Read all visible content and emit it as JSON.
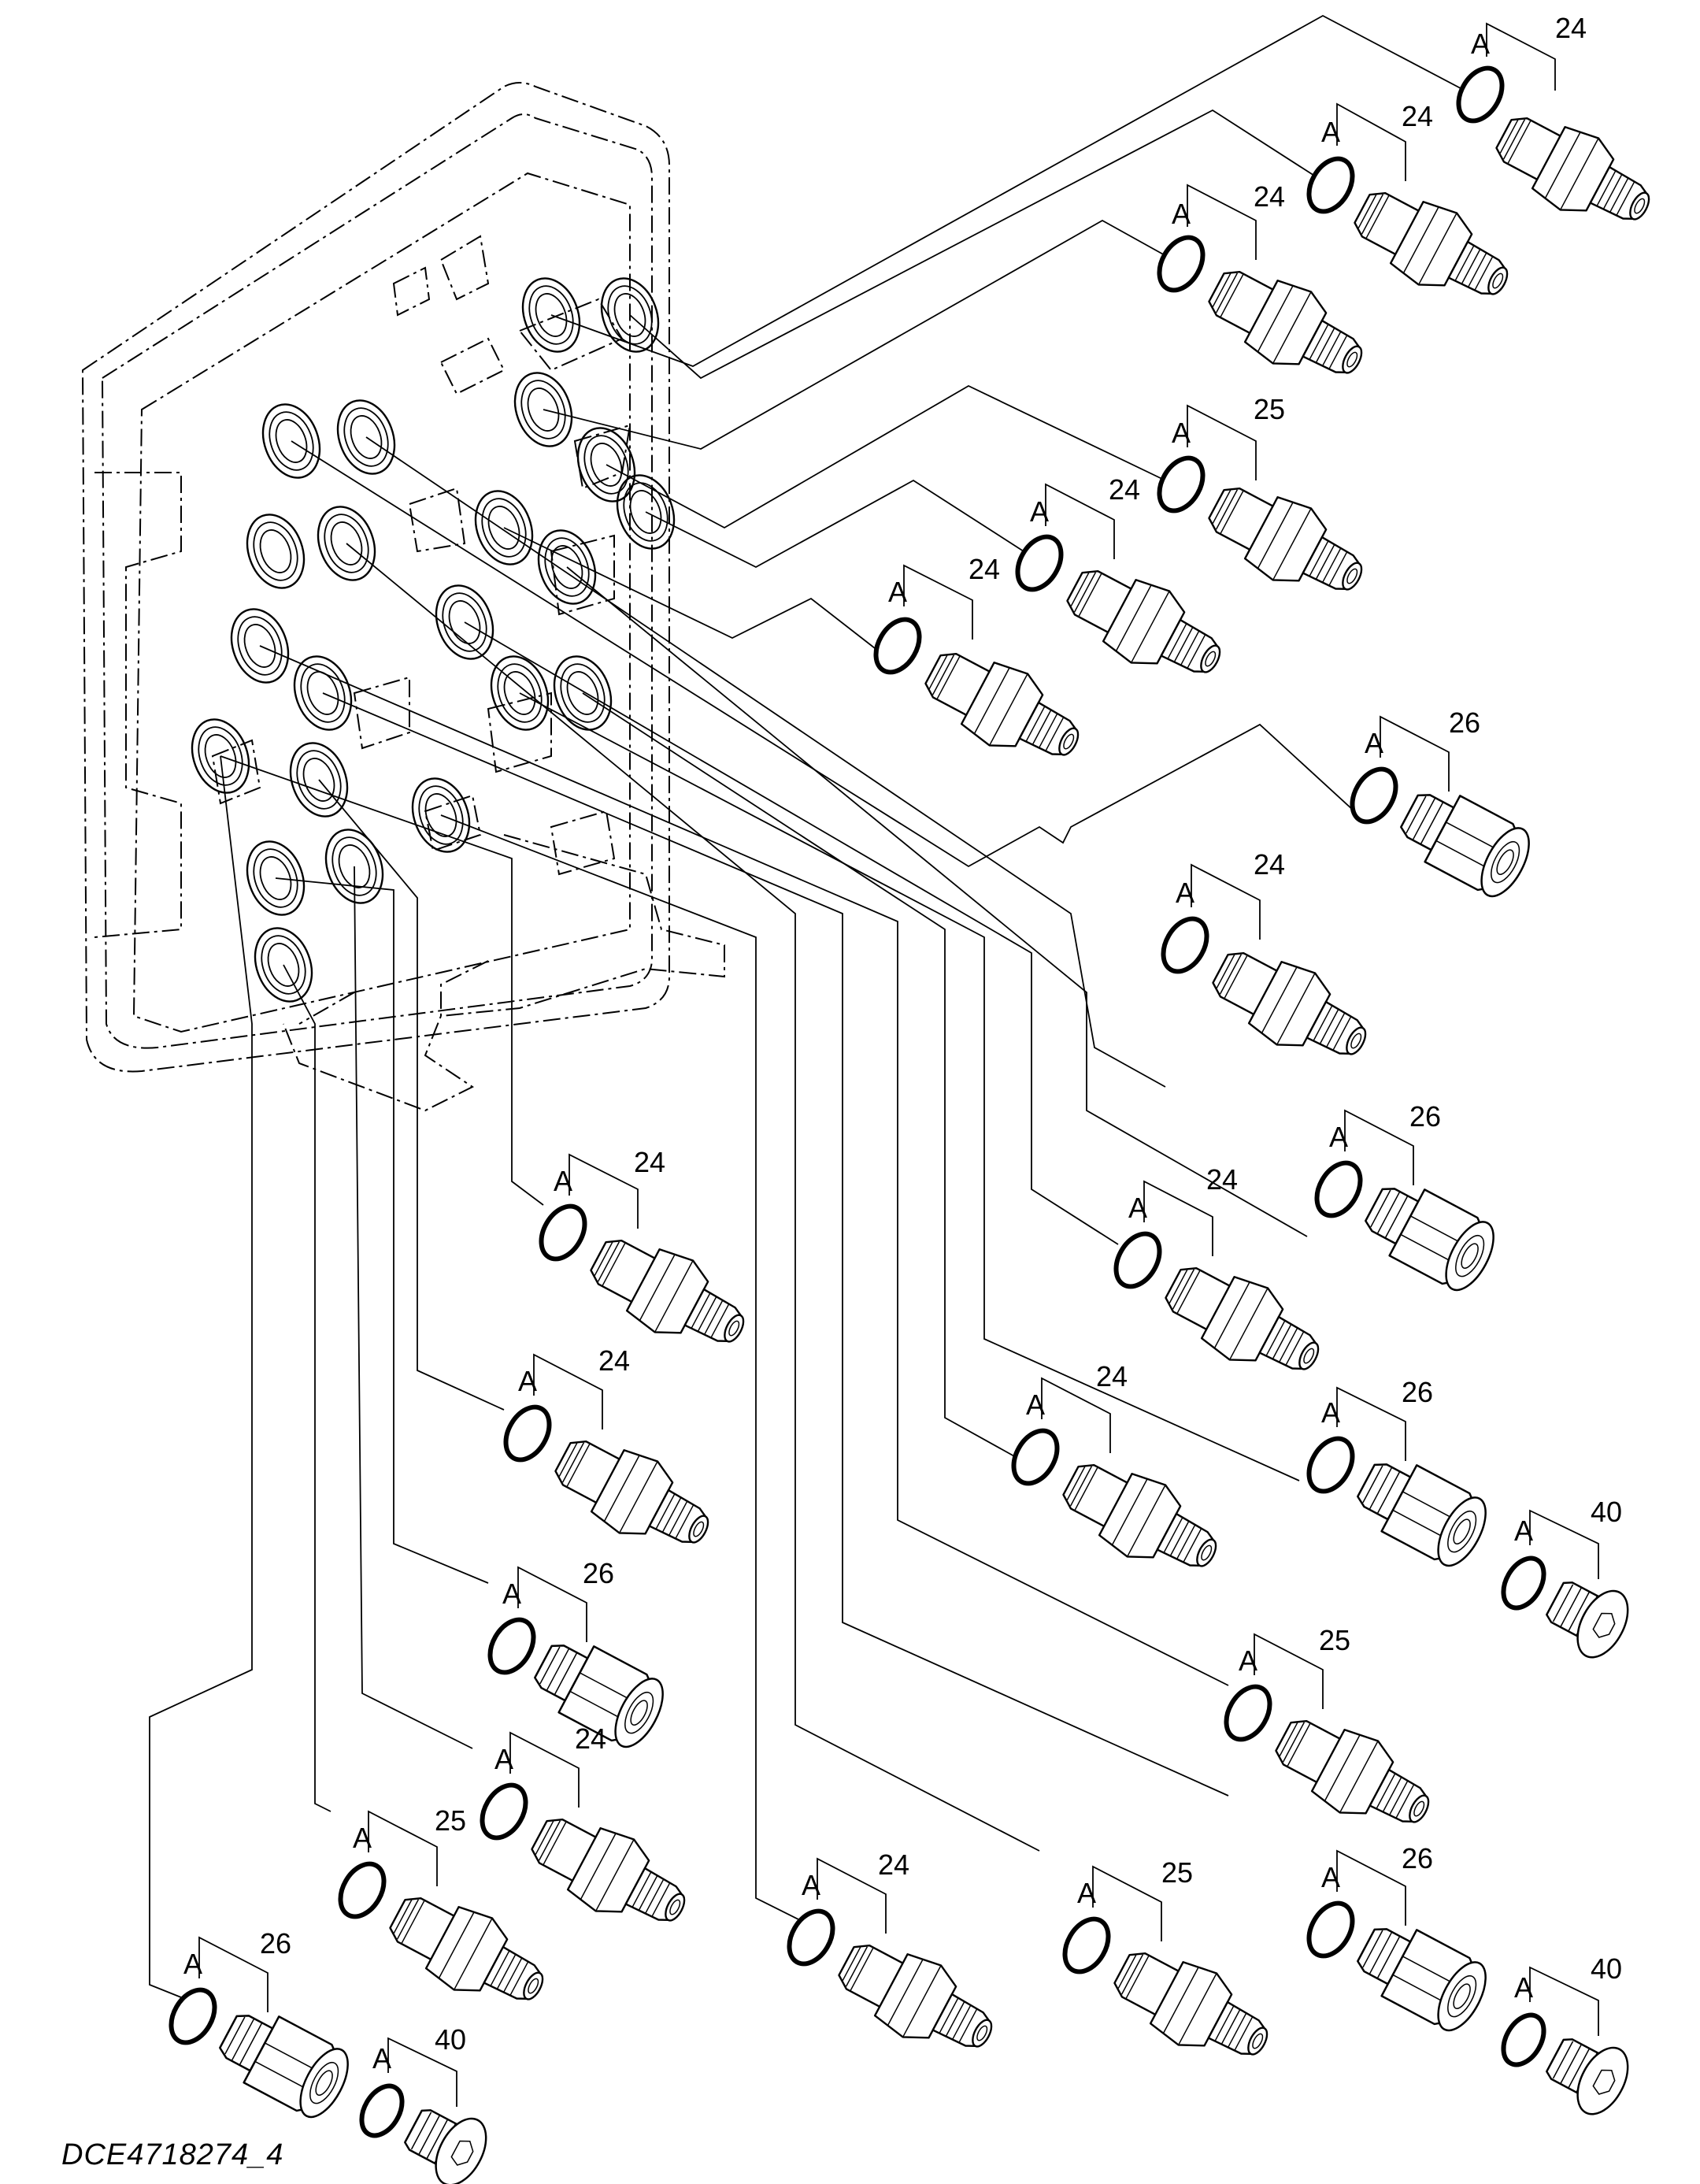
{
  "drawing": {
    "id_text": "DCE4718274_4",
    "oring_letter": "A",
    "parts": [
      {
        "num": "24",
        "kind": "fitting"
      },
      {
        "num": "24",
        "kind": "fitting"
      },
      {
        "num": "24",
        "kind": "fitting"
      },
      {
        "num": "25",
        "kind": "fitting"
      },
      {
        "num": "24",
        "kind": "fitting"
      },
      {
        "num": "24",
        "kind": "fitting"
      },
      {
        "num": "26",
        "kind": "adapter"
      },
      {
        "num": "24",
        "kind": "fitting"
      },
      {
        "num": "26",
        "kind": "adapter"
      },
      {
        "num": "24",
        "kind": "fitting"
      },
      {
        "num": "24",
        "kind": "fitting"
      },
      {
        "num": "24",
        "kind": "fitting"
      },
      {
        "num": "24",
        "kind": "fitting"
      },
      {
        "num": "26",
        "kind": "adapter"
      },
      {
        "num": "40",
        "kind": "plug"
      },
      {
        "num": "26",
        "kind": "adapter"
      },
      {
        "num": "25",
        "kind": "fitting"
      },
      {
        "num": "24",
        "kind": "fitting"
      },
      {
        "num": "25",
        "kind": "fitting"
      },
      {
        "num": "24",
        "kind": "fitting"
      },
      {
        "num": "25",
        "kind": "fitting"
      },
      {
        "num": "26",
        "kind": "adapter"
      },
      {
        "num": "26",
        "kind": "adapter"
      },
      {
        "num": "40",
        "kind": "plug"
      },
      {
        "num": "40",
        "kind": "plug"
      }
    ]
  }
}
